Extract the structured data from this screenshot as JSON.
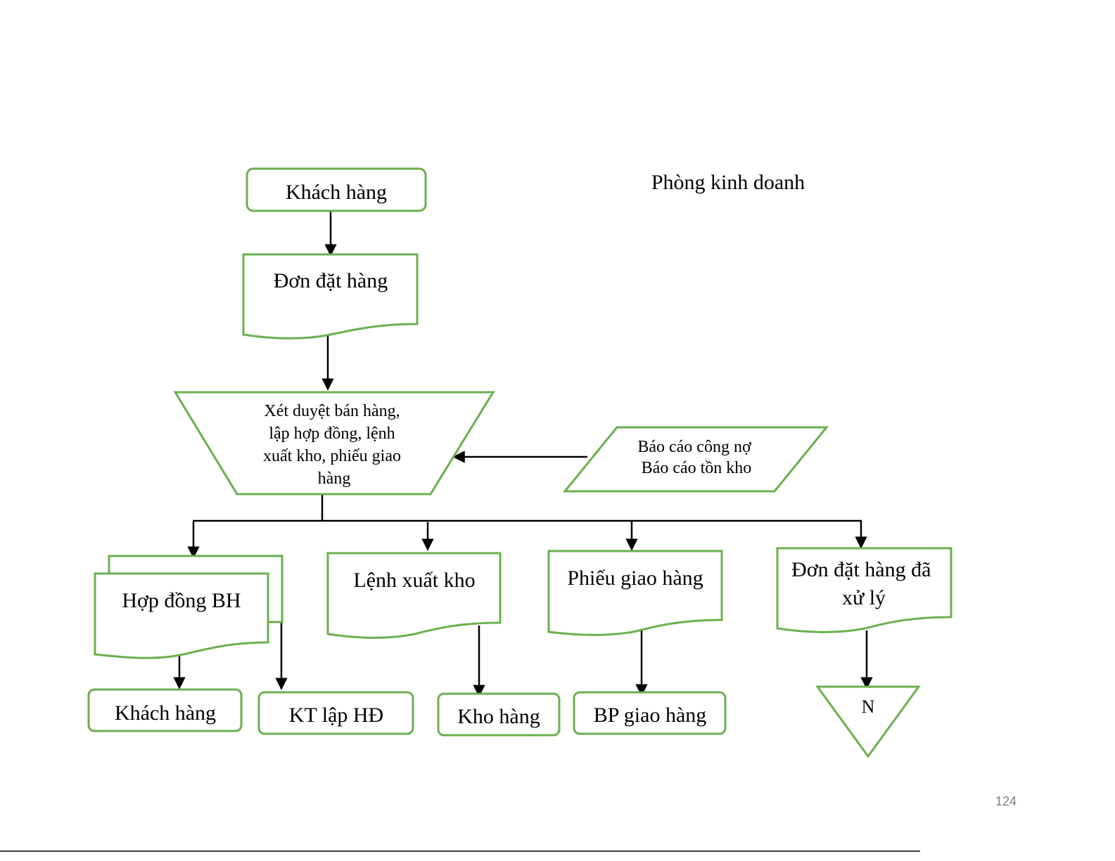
{
  "title": "Phòng kinh doanh",
  "page_number": "124",
  "colors": {
    "shape_border": "#6ab04c",
    "connector": "#000000",
    "page_number": "#7f7f7f"
  },
  "nodes": {
    "top_customer": {
      "shape": "rounded-rectangle",
      "label": "Khách hàng"
    },
    "order": {
      "shape": "document",
      "label": "Đơn đặt hàng"
    },
    "approval": {
      "shape": "manual-operation",
      "lines": [
        "Xét duyệt bán hàng,",
        "lập hợp đồng, lệnh",
        "xuất kho, phiếu giao",
        "hàng"
      ]
    },
    "reports": {
      "shape": "parallelogram",
      "lines": [
        "Báo cáo công nợ",
        "Báo cáo tồn kho"
      ]
    },
    "contract": {
      "shape": "multi-document",
      "label": "Hợp đồng BH"
    },
    "release_order": {
      "shape": "document",
      "label": "Lệnh xuất kho"
    },
    "delivery_note": {
      "shape": "document",
      "label": "Phiếu giao hàng"
    },
    "processed_order": {
      "shape": "document",
      "lines": [
        "Đơn đặt hàng đã",
        "xử lý"
      ]
    },
    "out_customer": {
      "shape": "rounded-rectangle",
      "label": "Khách hàng"
    },
    "accounting": {
      "shape": "rounded-rectangle",
      "label": "KT lập HĐ"
    },
    "warehouse": {
      "shape": "rounded-rectangle",
      "label": "Kho hàng"
    },
    "delivery_dept": {
      "shape": "rounded-rectangle",
      "label": "BP giao hàng"
    },
    "file": {
      "shape": "offline-storage",
      "label": "N"
    }
  },
  "edges": [
    {
      "from": "top_customer",
      "to": "order"
    },
    {
      "from": "order",
      "to": "approval"
    },
    {
      "from": "reports",
      "to": "approval"
    },
    {
      "from": "approval",
      "to": "contract"
    },
    {
      "from": "approval",
      "to": "release_order"
    },
    {
      "from": "approval",
      "to": "delivery_note"
    },
    {
      "from": "approval",
      "to": "processed_order"
    },
    {
      "from": "contract",
      "to": "out_customer"
    },
    {
      "from": "contract",
      "to": "accounting"
    },
    {
      "from": "release_order",
      "to": "warehouse"
    },
    {
      "from": "delivery_note",
      "to": "delivery_dept"
    },
    {
      "from": "processed_order",
      "to": "file"
    }
  ]
}
